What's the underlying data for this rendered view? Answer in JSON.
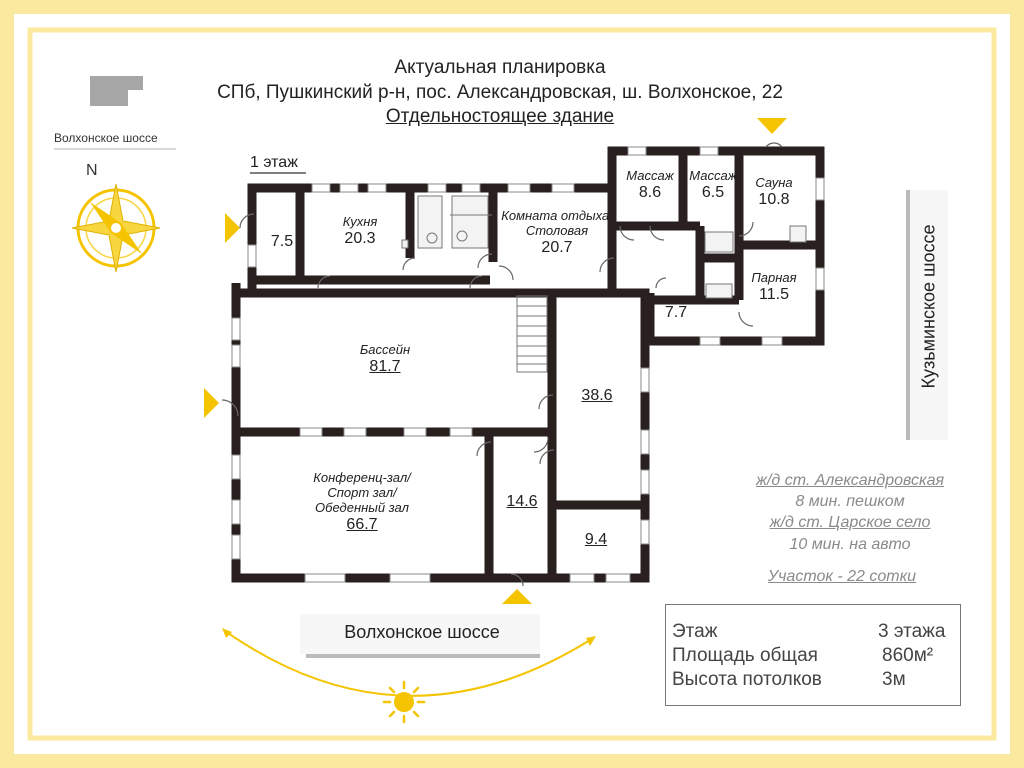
{
  "header": {
    "line1": "Актуальная планировка",
    "line2": "СПб, Пушкинский р-н, пос. Александровская, ш. Волхонское, 22",
    "line3": "Отдельностоящее здание"
  },
  "legend_road": "Волхонское шоссе",
  "compass_label": "N",
  "floor_label": "1 этаж",
  "road_right": "Кузьминское шоссе",
  "road_bottom": "Волхонское шоссе",
  "rooms": [
    {
      "name": "",
      "area": "7.5"
    },
    {
      "name": "Кухня",
      "area": "20.3"
    },
    {
      "name": "Комната отдыха/\nСтоловая",
      "area": "20.7"
    },
    {
      "name": "Массаж",
      "area": "8.6"
    },
    {
      "name": "Массаж",
      "area": "6.5"
    },
    {
      "name": "Сауна",
      "area": "10.8"
    },
    {
      "name": "Парная",
      "area": "11.5"
    },
    {
      "name": "",
      "area": "7.7"
    },
    {
      "name": "Бассейн",
      "area": "81.7"
    },
    {
      "name": "",
      "area": "38.6"
    },
    {
      "name": "Конференц-зал/\nСпорт зал/\nОбеденный зал",
      "area": "66.7"
    },
    {
      "name": "",
      "area": "14.6"
    },
    {
      "name": "",
      "area": "9.4"
    }
  ],
  "transport": {
    "station1": "ж/д ст. Александровская",
    "station1_time": "8 мин. пешком",
    "station2": "ж/д ст. Царское село",
    "station2_time": "10 мин. на авто",
    "plot": "Участок - 22 сотки"
  },
  "specs": [
    {
      "label": "Этаж",
      "value": "3 этажа"
    },
    {
      "label": "Площадь общая",
      "value": "860м²"
    },
    {
      "label": "Высота потолков",
      "value": "3м"
    }
  ],
  "colors": {
    "frame": "#fce9a0",
    "accent": "#f5c400",
    "wall": "#2a1f1f",
    "paper": "#ffffff"
  }
}
